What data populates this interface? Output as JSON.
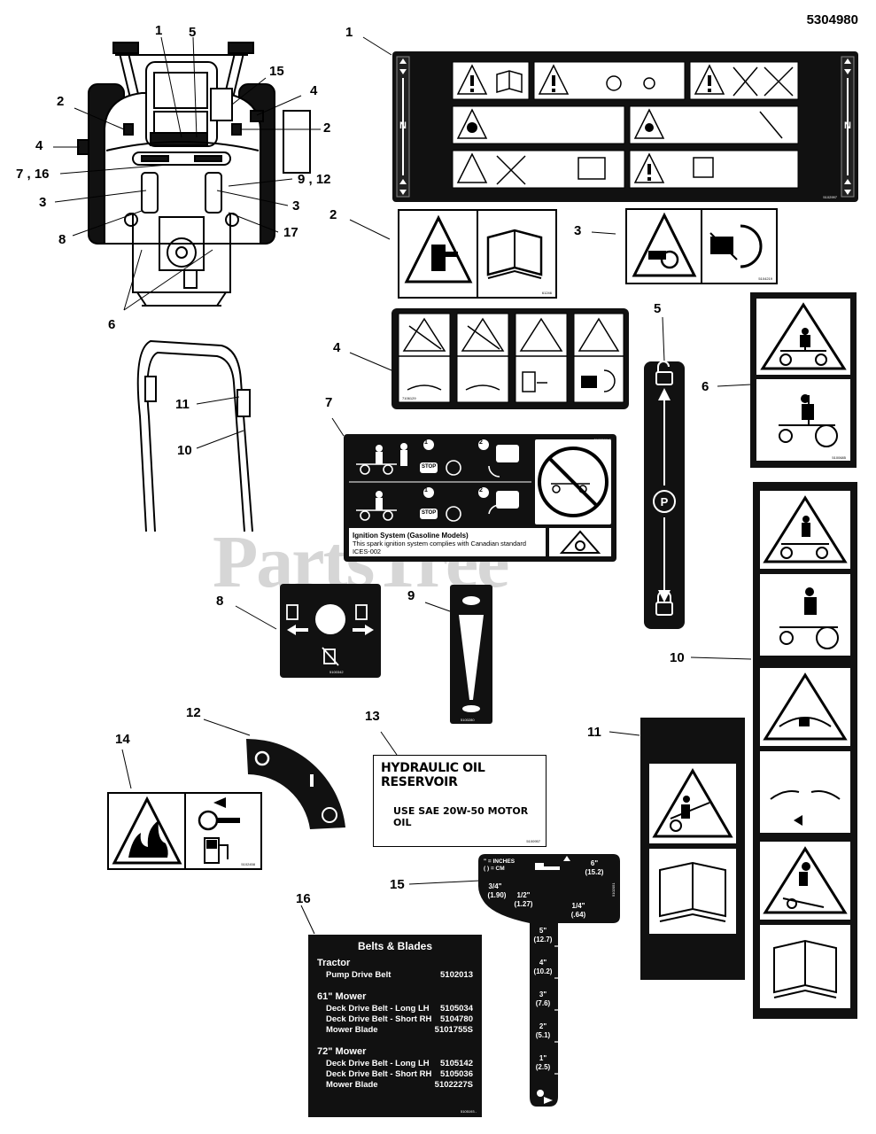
{
  "document_number": "5304980",
  "watermark": {
    "brand": "PartsTree",
    "mark": "TM"
  },
  "callouts": {
    "overview": [
      "1",
      "5",
      "15",
      "2",
      "4",
      "2",
      "4",
      "7 , 16",
      "9 , 12",
      "3",
      "3",
      "8",
      "17",
      "6"
    ],
    "handle": [
      "11",
      "10"
    ],
    "decals": [
      "1",
      "2",
      "3",
      "4",
      "5",
      "6",
      "7",
      "8",
      "9",
      "10",
      "11",
      "12",
      "13",
      "14",
      "15",
      "16"
    ]
  },
  "decal1": {
    "code": "5102997",
    "strip_letter": "N"
  },
  "decal2": {
    "code": "61246"
  },
  "decal3": {
    "code": "5104219"
  },
  "decal4": {
    "code": "7106129"
  },
  "decal6": {
    "code": "5100685"
  },
  "decal7": {
    "code": "5102090 B",
    "stop_label": "STOP",
    "step1": "1",
    "step2": "2",
    "ign_title": "Ignition System (Gasoline Models)",
    "ign_text": "This spark ignition system complies with Canadian standard ICES-002"
  },
  "decal8": {
    "code": "5100342"
  },
  "decal9": {
    "code": "5100280"
  },
  "decal13": {
    "title": "HYDRAULIC OIL RESERVOIR",
    "instruction": "USE SAE 20W-50 MOTOR OIL",
    "code": "5100957"
  },
  "decal14": {
    "code": "5102458"
  },
  "decal15": {
    "legend_inches": "\" = INCHES",
    "legend_cm": "( ) = CM",
    "marks": [
      "3/4\"",
      "(1.90)",
      "1/2\"",
      "(1.27)",
      "1/4\"",
      "(.64)",
      "6\"",
      "(15.2)",
      "5\"",
      "(12.7)",
      "4\"",
      "(10.2)",
      "3\"",
      "(7.6)",
      "2\"",
      "(5.1)",
      "1\"",
      "(2.5)"
    ],
    "code": "5102051"
  },
  "decal16": {
    "title": "Belts & Blades",
    "sections": [
      {
        "name": "Tractor",
        "rows": [
          {
            "part": "Pump Drive Belt",
            "num": "5102013"
          }
        ]
      },
      {
        "name": "61\" Mower",
        "rows": [
          {
            "part": "Deck Drive Belt - Long LH",
            "num": "5105034"
          },
          {
            "part": "Deck Drive Belt - Short RH",
            "num": "5104780"
          },
          {
            "part": "Mower Blade",
            "num": "5101755S"
          }
        ]
      },
      {
        "name": "72\" Mower",
        "rows": [
          {
            "part": "Deck Drive Belt - Long LH",
            "num": "5105142"
          },
          {
            "part": "Deck Drive Belt - Short RH",
            "num": "5105036"
          },
          {
            "part": "Mower Blade",
            "num": "5102227S"
          }
        ]
      }
    ],
    "code": "5105193 -"
  }
}
